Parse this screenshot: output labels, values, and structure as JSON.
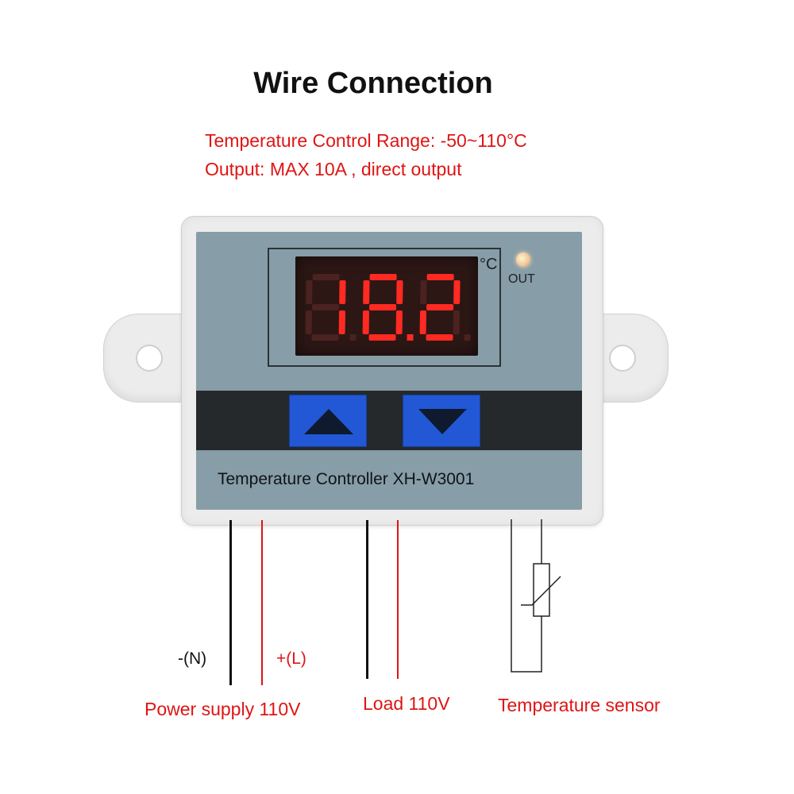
{
  "title": "Wire Connection",
  "specs": {
    "range": "Temperature Control Range: -50~110°C",
    "output": "Output: MAX 10A , direct output"
  },
  "device": {
    "display_value": "18.2",
    "unit": "°C",
    "indicator_label": "OUT",
    "model": "Temperature Controller  XH-W3001",
    "up_button": "up-arrow-icon",
    "down_button": "down-arrow-icon"
  },
  "wires": {
    "neutral_label": "-(N)",
    "live_label": "+(L)"
  },
  "captions": {
    "power": "Power supply 110V",
    "load": "Load 110V",
    "sensor": "Temperature sensor"
  },
  "colors": {
    "accent_red": "#e01414",
    "led_red": "#ff2a22",
    "button_blue": "#2258d6",
    "panel": "#879da7"
  }
}
